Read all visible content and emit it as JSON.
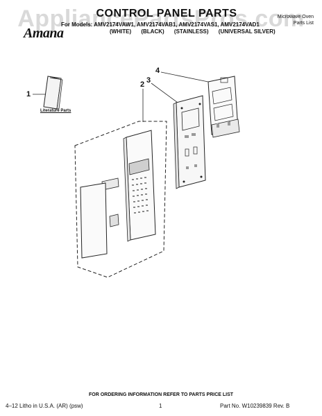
{
  "watermark": "AppliancePartsPros.com",
  "title": "CONTROL PANEL PARTS",
  "models": "For Models: AMV2174VAW1, AMV2174VAB1, AMV2174VAS1, AMV2174VAD1",
  "colors": [
    "(WHITE)",
    "(BLACK)",
    "(STAINLESS)",
    "(UNIVERSAL SILVER)"
  ],
  "product_lines": [
    "Microwave Oven",
    "Parts List"
  ],
  "brand": "Amana",
  "literature_label": "Literature Parts",
  "callouts": [
    "1",
    "2",
    "3",
    "4"
  ],
  "footer": {
    "note": "FOR ORDERING INFORMATION REFER TO PARTS PRICE LIST",
    "litho": "4–12 Litho in U.S.A. (AR) (psw)",
    "page": "1",
    "part_no": "Part No. W10239839 Rev. B"
  }
}
